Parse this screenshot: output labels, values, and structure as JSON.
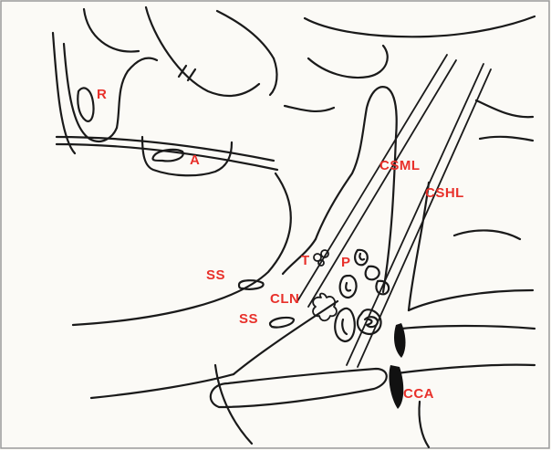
{
  "labels": {
    "R": "R",
    "A": "A",
    "CSML": "CSML",
    "CSHL": "CSHL",
    "T": "T",
    "P": "P",
    "SS_upper": "SS",
    "SS_lower": "SS",
    "CLN": "CLN",
    "CCA": "CCA"
  },
  "colors": {
    "label": "#e8302a",
    "line": "#1a1a1a",
    "background": "#fbfaf6",
    "border": "#9a9a9a"
  }
}
